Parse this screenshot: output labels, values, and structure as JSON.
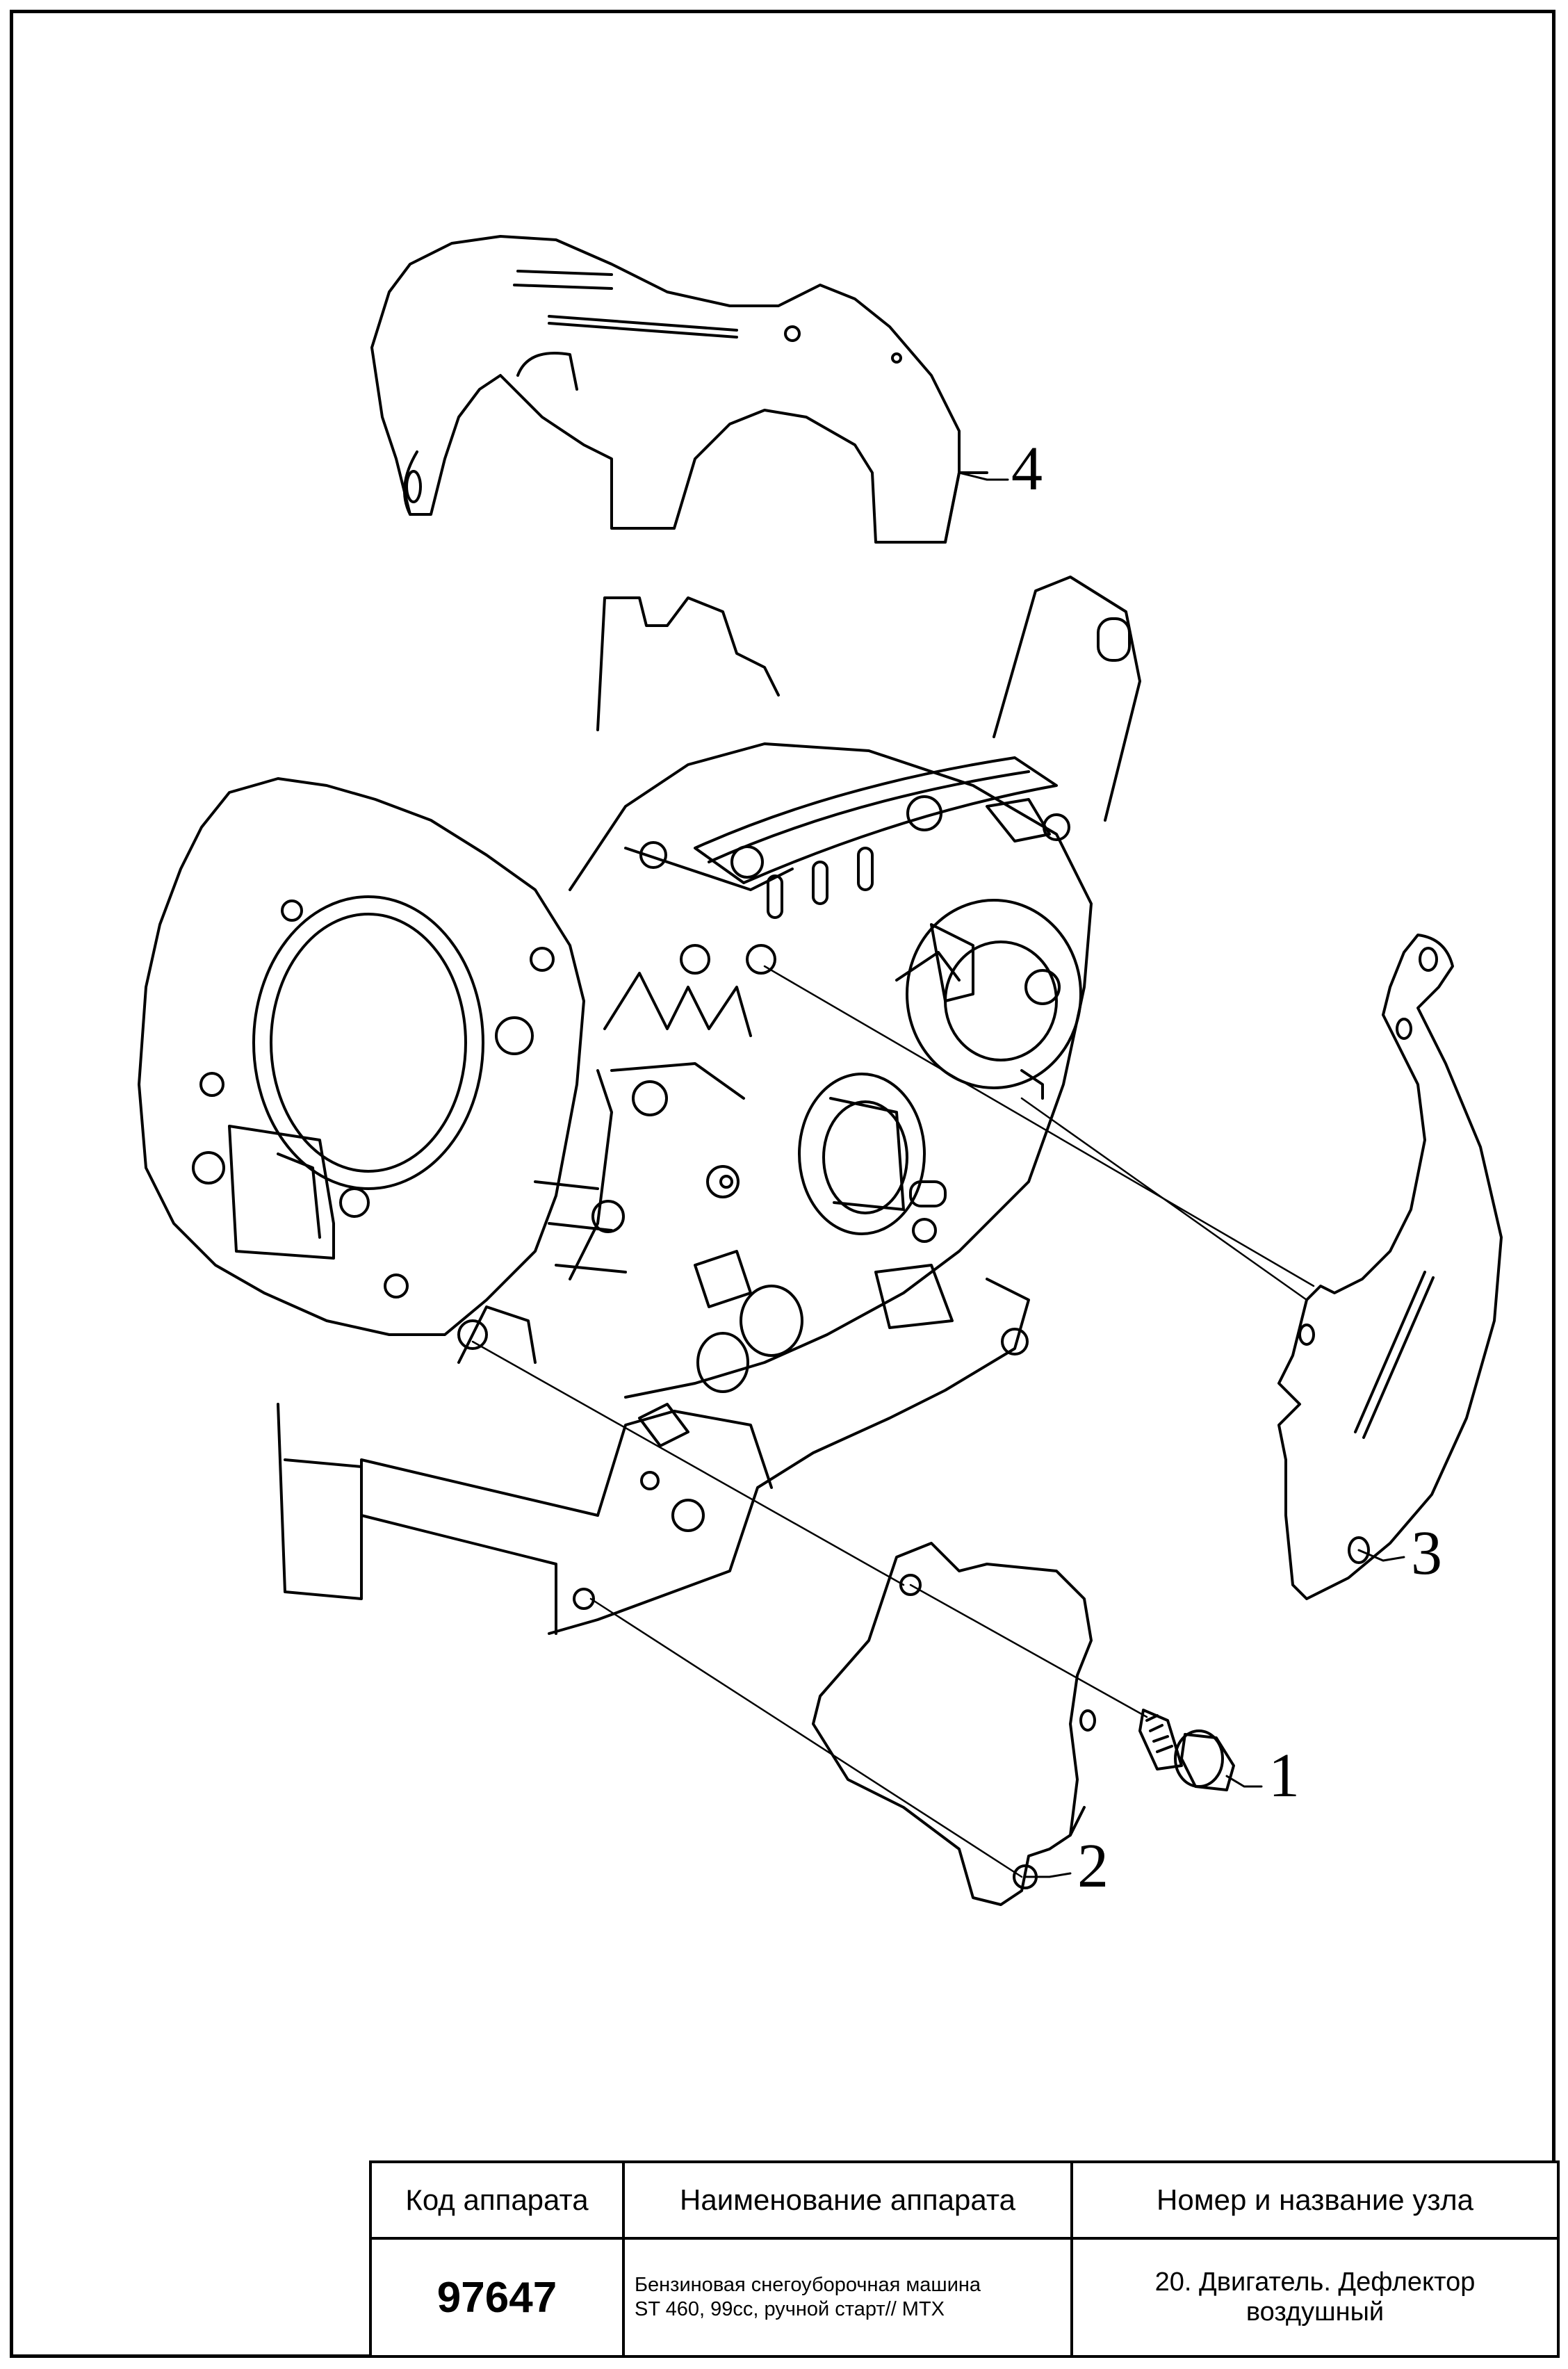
{
  "callouts": [
    "1",
    "2",
    "3",
    "4"
  ],
  "titleblock": {
    "headers": {
      "code": "Код аппарата",
      "name": "Наименование аппарата",
      "unit": "Номер и название узла"
    },
    "values": {
      "code": "97647",
      "name_line1": "Бензиновая снегоуборочная машина",
      "name_line2": "ST 460, 99cc, ручной старт// MTX",
      "unit": "20. Двигатель. Дефлектор воздушный"
    }
  },
  "colors": {
    "line": "#000000",
    "background": "#ffffff"
  }
}
